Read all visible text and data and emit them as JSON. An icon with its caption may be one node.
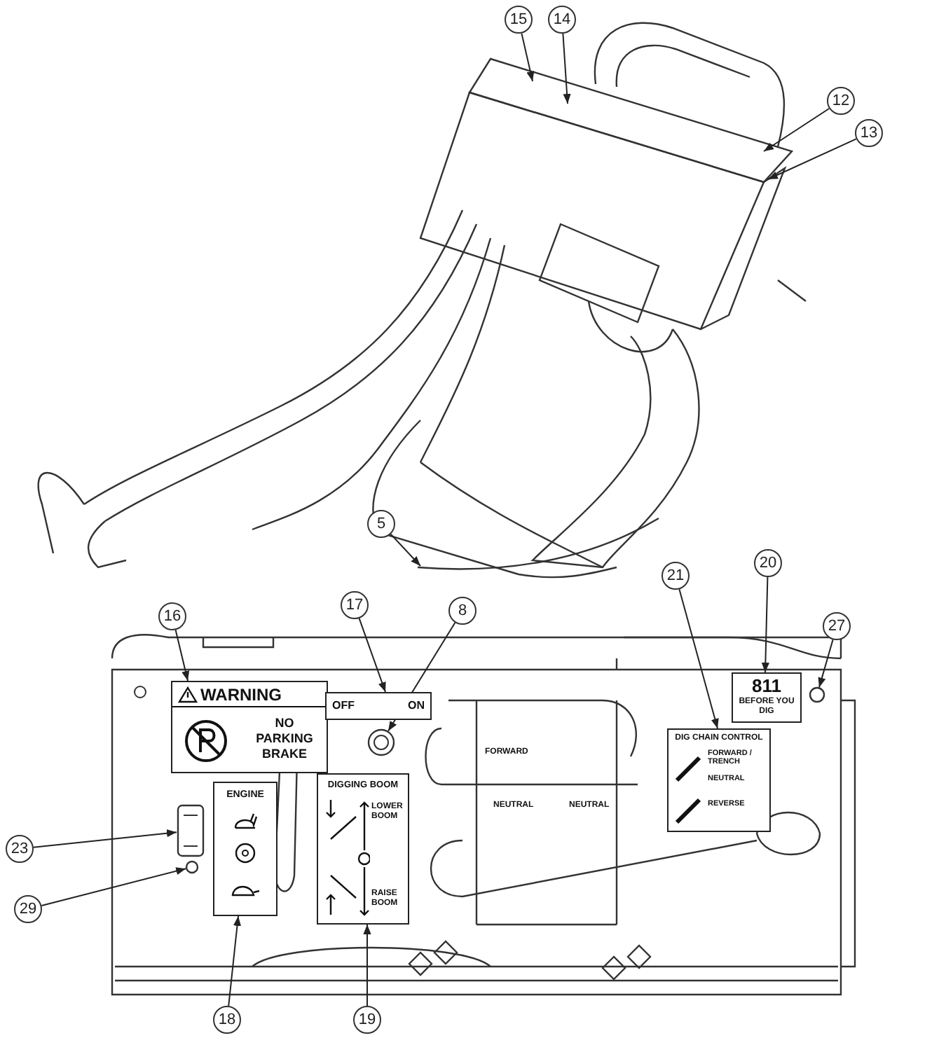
{
  "diagram": {
    "nodes": [
      {
        "text": [
          "15"
        ]
      },
      {
        "text": [
          "14"
        ]
      },
      {
        "text": [
          "12"
        ]
      },
      {
        "text": [
          "13"
        ]
      },
      {
        "text": [
          "5"
        ]
      },
      {
        "text": [
          "16"
        ]
      },
      {
        "text": [
          "17"
        ]
      },
      {
        "text": [
          "8"
        ]
      },
      {
        "text": [
          "21"
        ]
      },
      {
        "text": [
          "20"
        ]
      },
      {
        "text": [
          "27"
        ]
      },
      {
        "text": [
          "23"
        ]
      },
      {
        "text": [
          "29"
        ]
      },
      {
        "text": [
          "18"
        ]
      },
      {
        "text": [
          "19"
        ]
      },
      {
        "text": [
          "WARNING",
          "NO PARKING BRAKE"
        ]
      },
      {
        "text": [
          "OFF",
          "ON"
        ]
      },
      {
        "text": [
          "ENGINE"
        ]
      },
      {
        "text": [
          "DIGGING BOOM",
          "LOWER BOOM",
          "RAISE BOOM"
        ]
      },
      {
        "text": [
          "811",
          "BEFORE YOU DIG"
        ]
      },
      {
        "text": [
          "DIG CHAIN CONTROL",
          "FORWARD / TRENCH",
          "NEUTRAL",
          "REVERSE"
        ]
      },
      {
        "text": [],
        "shape": "picture"
      },
      {
        "text": [],
        "shape": "circle"
      },
      {
        "text": [],
        "shape": "picture"
      },
      {
        "text": [],
        "shape": "circle"
      }
    ],
    "edges": [
      {
        "from": 0,
        "to": null,
        "arrow": "to"
      },
      {
        "from": 1,
        "to": null,
        "arrow": "to"
      },
      {
        "from": 2,
        "to": null,
        "arrow": "to"
      },
      {
        "from": 3,
        "to": null,
        "arrow": "to"
      },
      {
        "from": 4,
        "to": null,
        "arrow": "to"
      },
      {
        "from": 5,
        "to": 15,
        "arrow": "to"
      },
      {
        "from": 6,
        "to": 16,
        "arrow": "to"
      },
      {
        "from": 7,
        "to": 21,
        "arrow": "to"
      },
      {
        "from": 8,
        "to": 20,
        "arrow": "to"
      },
      {
        "from": 9,
        "to": 19,
        "arrow": "to"
      },
      {
        "from": 10,
        "to": 22,
        "arrow": "to"
      },
      {
        "from": 11,
        "to": 23,
        "arrow": "to"
      },
      {
        "from": 12,
        "to": 24,
        "arrow": "to"
      },
      {
        "from": 13,
        "to": 17,
        "arrow": "to"
      },
      {
        "from": 14,
        "to": 18,
        "arrow": "to"
      }
    ],
    "labels": [
      "FORWARD",
      "NEUTRAL",
      "NEUTRAL"
    ]
  }
}
